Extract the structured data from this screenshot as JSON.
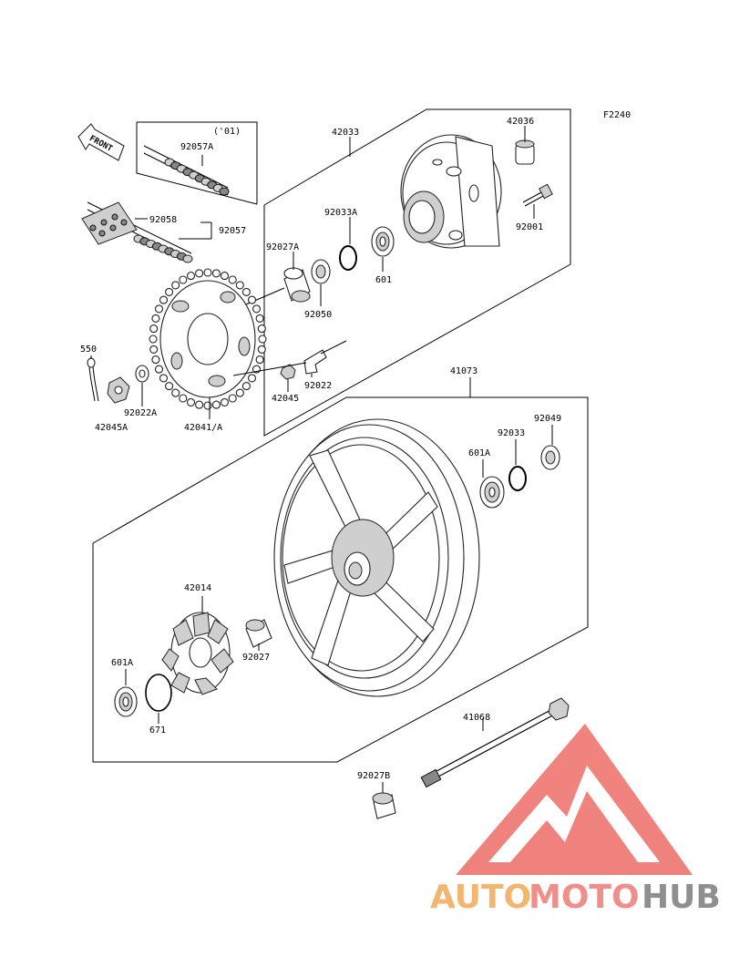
{
  "diagram_code": "F2240",
  "front_label": "FRONT",
  "year_note": "('01)",
  "callouts": {
    "p42033": "42033",
    "p42036": "42036",
    "p92001": "92001",
    "p92033A": "92033A",
    "p601": "601",
    "p92027A": "92027A",
    "p92050": "92050",
    "p92057A": "92057A",
    "p92058": "92058",
    "p92057": "92057",
    "p550": "550",
    "p92022A": "92022A",
    "p42045A": "42045A",
    "p42041A": "42041/A",
    "p42045": "42045",
    "p92022": "92022",
    "p41073": "41073",
    "p92049": "92049",
    "p92033": "92033",
    "p601A_top": "601A",
    "p42014": "42014",
    "p92027": "92027",
    "p601A_bottom": "601A",
    "p671": "671",
    "p41068": "41068",
    "p92027B": "92027B"
  },
  "watermark": {
    "auto": "AUTO",
    "moto": "MOTO",
    "hub": "HUB",
    "color_auto": "#f2b36a",
    "color_moto": "#f08a84",
    "color_hub": "#8a8a8a",
    "color_triangle": "#f07c78"
  }
}
